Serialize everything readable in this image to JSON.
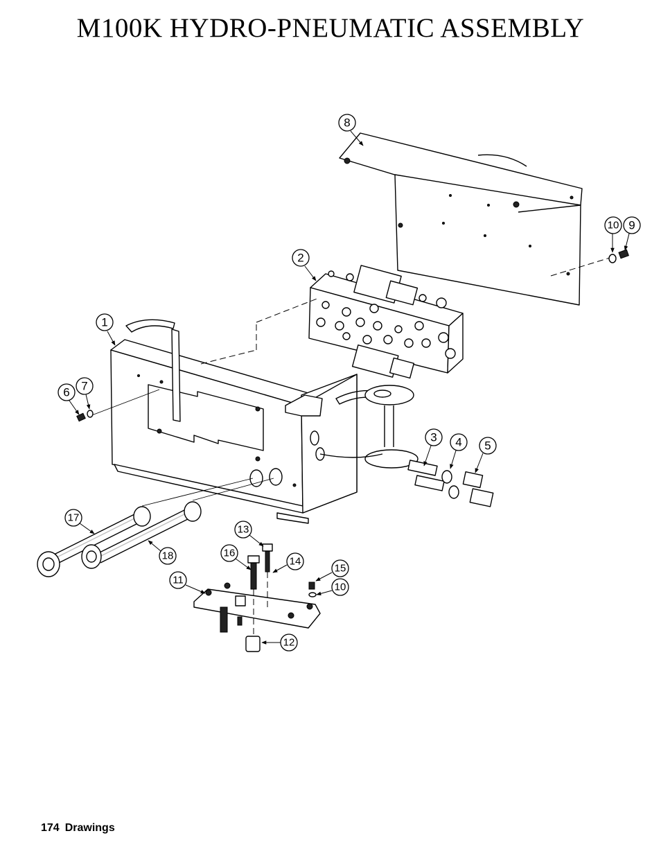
{
  "title": "M100K HYDRO-PNEUMATIC ASSEMBLY",
  "callouts": [
    "1",
    "2",
    "3",
    "4",
    "5",
    "6",
    "7",
    "8",
    "9",
    "10",
    "11",
    "12",
    "13",
    "14",
    "15",
    "16",
    "17",
    "18",
    "10"
  ],
  "footer": {
    "page_number": "174",
    "section": "Drawings"
  }
}
